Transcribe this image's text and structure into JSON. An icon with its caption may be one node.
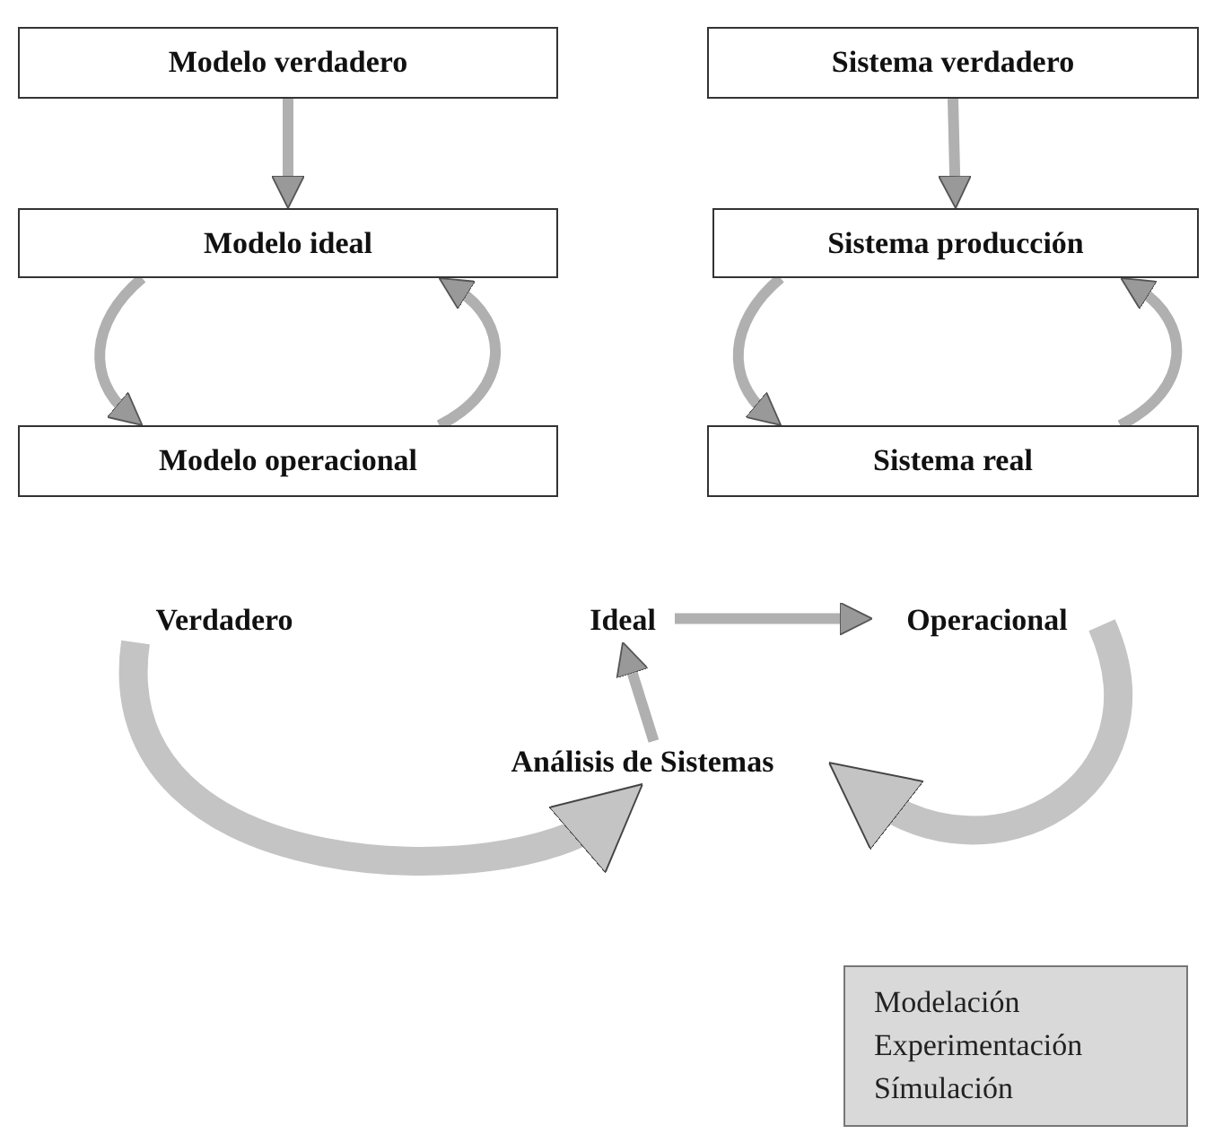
{
  "diagram": {
    "nodes": [
      {
        "text": [
          "Modelo verdadero"
        ]
      },
      {
        "text": [
          "Modelo ideal"
        ]
      },
      {
        "text": [
          "Modelo operacional"
        ]
      },
      {
        "text": [
          "Sistema verdadero"
        ]
      },
      {
        "text": [
          "Sistema producción"
        ]
      },
      {
        "text": [
          "Sistema real"
        ]
      },
      {
        "text": [
          "Verdadero"
        ]
      },
      {
        "text": [
          "Ideal"
        ]
      },
      {
        "text": [
          "Operacional"
        ]
      },
      {
        "text": [
          "Análisis de Sistemas"
        ]
      },
      {
        "text": [
          "Modelación",
          "Experimentación",
          "Símulación"
        ]
      }
    ],
    "edges": [
      {
        "from": 0,
        "to": 1,
        "arrow": "to"
      },
      {
        "from": 1,
        "to": 2,
        "arrow": "to"
      },
      {
        "from": 2,
        "to": 1,
        "arrow": "to"
      },
      {
        "from": 3,
        "to": 4,
        "arrow": "to"
      },
      {
        "from": 4,
        "to": 5,
        "arrow": "to"
      },
      {
        "from": 5,
        "to": 4,
        "arrow": "to"
      },
      {
        "from": 9,
        "to": 7,
        "arrow": "to"
      },
      {
        "from": 7,
        "to": 8,
        "arrow": "to"
      },
      {
        "from": 6,
        "to": 9,
        "arrow": "to",
        "style": "thick"
      },
      {
        "from": 8,
        "to": 9,
        "arrow": "to",
        "style": "thick"
      }
    ]
  }
}
